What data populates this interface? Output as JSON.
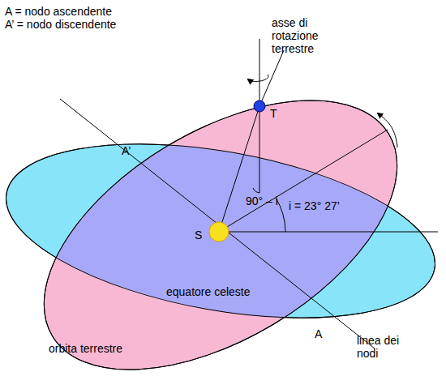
{
  "diagram": {
    "labels": [
      "A = nodo ascendente",
      "A’ = nodo discendente",
      "asse di rotazione terrestre",
      "T",
      "A’",
      "90° – i",
      "i = 23° 27’",
      "S",
      "equatore celeste",
      "orbita terrestre",
      "A",
      "linea dei nodi"
    ]
  }
}
